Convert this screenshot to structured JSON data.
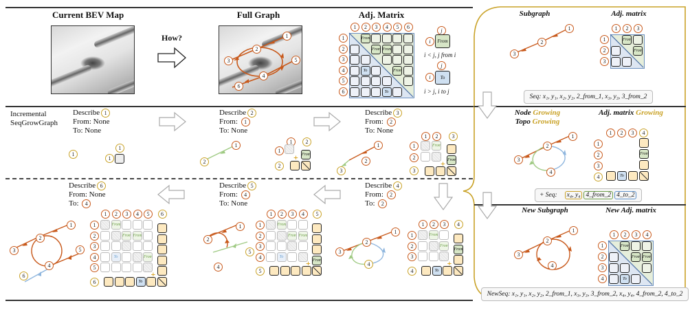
{
  "top": {
    "bev_title": "Current BEV Map",
    "how_label": "How?",
    "full_graph_title": "Full Graph",
    "adj_title": "Adj.  Matrix",
    "adj_labels": [
      "1",
      "2",
      "3",
      "4",
      "5",
      "6"
    ],
    "legend": {
      "i": "i",
      "j": "j",
      "from_label": "From",
      "to_label": "To",
      "from_rule": "i < j, j from i",
      "to_rule": "i > j, i to j"
    },
    "from_cell": "From",
    "to_cell": "To"
  },
  "nodes": [
    "1",
    "2",
    "3",
    "4",
    "5",
    "6"
  ],
  "incremental": {
    "label_line1": "Incremental",
    "label_line2": "SeqGrowGraph",
    "steps": [
      {
        "describe": "Describe",
        "node": "1",
        "from_label": "From:",
        "from": "None",
        "to_label": "To:",
        "to": "None"
      },
      {
        "describe": "Describe",
        "node": "2",
        "from_label": "From:",
        "from": "1",
        "to_label": "To:",
        "to": "None"
      },
      {
        "describe": "Describe",
        "node": "3",
        "from_label": "From:",
        "from": "2",
        "to_label": "To:",
        "to": "None"
      },
      {
        "describe": "Describe",
        "node": "4",
        "from_label": "From:",
        "from": "2",
        "to_label": "To:",
        "to": "2"
      },
      {
        "describe": "Describe",
        "node": "5",
        "from_label": "From:",
        "from": "4",
        "to_label": "To:",
        "to": "None"
      },
      {
        "describe": "Describe",
        "node": "6",
        "from_label": "From:",
        "from": "None",
        "to_label": "To:",
        "to": "4"
      }
    ]
  },
  "right_panel": {
    "subgraph_title": "Subgraph",
    "adj_title": "Adj. matrix",
    "seq": "Seq: x₁, y₁, x₂, y₂, 2_from_1, x₃, y₃, 3_from_2",
    "node_growing_a": "Node",
    "topo_growing_a": "Topo",
    "growing_word": "Growing",
    "adj_growing_a": "Adj. matrix",
    "plus_seq_label": "+ Seq:",
    "plus_seq_chips": [
      "x₄, y₄",
      "4_from_2",
      "4_to_2"
    ],
    "chip_colors": [
      "#c9a227",
      "#6a9d45",
      "#5b8fc9"
    ],
    "new_subgraph_title": "New Subgraph",
    "new_adj_title": "New Adj. matrix",
    "new_seq": "NewSeq: x₁, y₁, x₂, y₂, 2_from_1, x₃, y₃, 3_from_2, x₄, y₄, 4_from_2, 4_to_2"
  },
  "colors": {
    "edge": "#c8591b",
    "node_new": "#c9a227",
    "edge_new_from": "#9fca83",
    "edge_new_to": "#8fb6de",
    "panel_border": "#c9a227"
  }
}
